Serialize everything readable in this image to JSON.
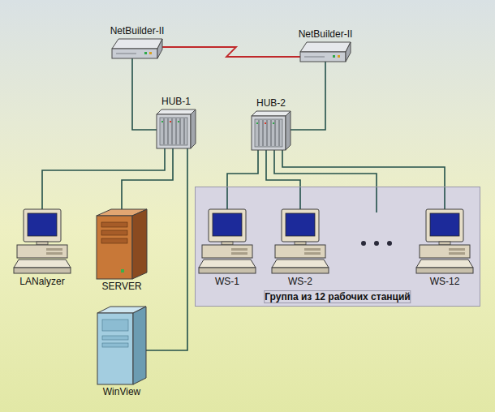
{
  "diagram": {
    "nodes": [
      {
        "text": [
          "NetBuilder-II"
        ]
      },
      {
        "text": [
          "NetBuilder-II"
        ]
      },
      {
        "text": [
          "HUB-1"
        ]
      },
      {
        "text": [
          "HUB-2"
        ]
      },
      {
        "text": [
          "Группа из 12 рабочих станций"
        ]
      },
      {
        "text": [
          "LANalyzer"
        ]
      },
      {
        "text": [
          "SERVER"
        ]
      },
      {
        "text": [
          "WS-1"
        ],
        "in": 4
      },
      {
        "text": [
          "WS-2"
        ],
        "in": 4
      },
      {
        "text": [
          "WS-12"
        ],
        "in": 4
      },
      {
        "text": [
          "WinView"
        ]
      }
    ],
    "edges": [
      {
        "from": 0,
        "to": 1,
        "arrow": "none"
      },
      {
        "from": 0,
        "to": 2,
        "arrow": "none"
      },
      {
        "from": 1,
        "to": 3,
        "arrow": "none"
      },
      {
        "from": 2,
        "to": 5,
        "arrow": "none"
      },
      {
        "from": 2,
        "to": 6,
        "arrow": "none"
      },
      {
        "from": 2,
        "to": 10,
        "arrow": "none"
      },
      {
        "from": 3,
        "to": 7,
        "arrow": "none"
      },
      {
        "from": 3,
        "to": 8,
        "arrow": "none"
      },
      {
        "from": 3,
        "to": 9,
        "arrow": "none"
      }
    ]
  }
}
